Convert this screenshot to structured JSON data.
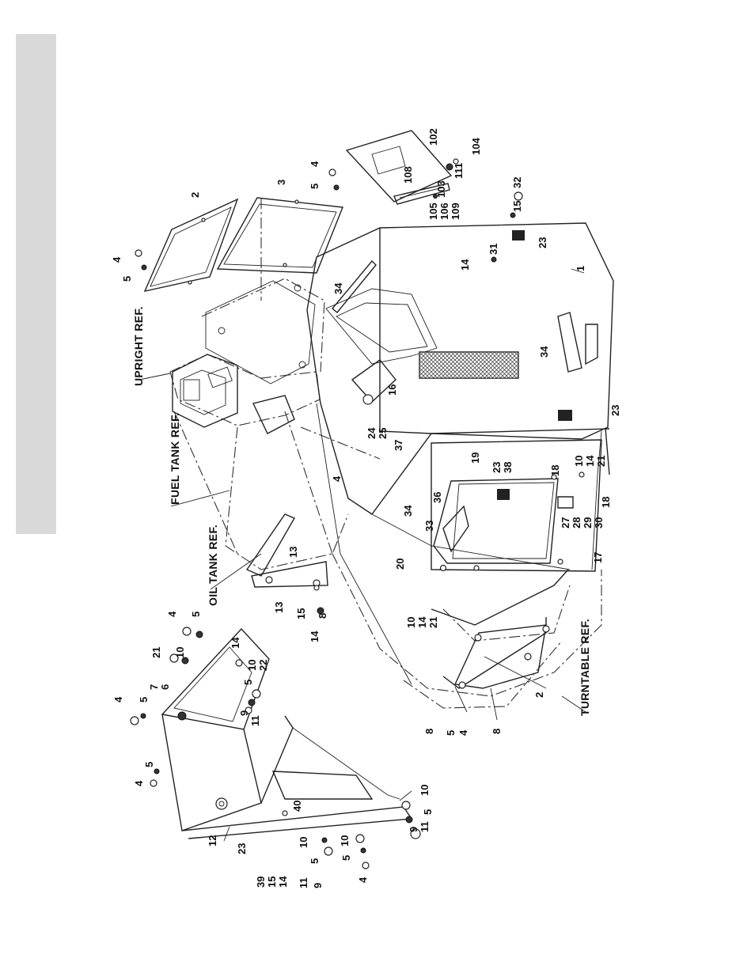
{
  "refs": {
    "upright": "UPRIGHT REF.",
    "fuel_tank": "FUEL TANK REF.",
    "oil_tank": "OIL TANK REF.",
    "turntable": "TURNTABLE REF."
  },
  "callouts": {
    "c_1": "1",
    "c_2a": "2",
    "c_2b": "2",
    "c_3": "3",
    "c_4a": "4",
    "c_5a": "5",
    "c_4b": "4",
    "c_5b": "5",
    "c_4c": "4",
    "c_5c": "5",
    "c_4d": "4",
    "c_5d": "5",
    "c_4e": "4",
    "c_5e": "5",
    "c_4f": "4",
    "c_5f": "5",
    "c_4g": "4",
    "c_5g": "5",
    "c_4h": "4",
    "c_6": "6",
    "c_7": "7",
    "c_8a": "8",
    "c_8b": "8",
    "c_8c": "8",
    "c_9a": "9",
    "c_9b": "9",
    "c_9c": "9",
    "c_10a": "10",
    "c_10b": "10",
    "c_10c": "10",
    "c_10d": "10",
    "c_10e": "10",
    "c_10f": "10",
    "c_10g": "10",
    "c_11a": "11",
    "c_11b": "11",
    "c_11c": "11",
    "c_12": "12",
    "c_13a": "13",
    "c_13b": "13",
    "c_14a": "14",
    "c_14b": "14",
    "c_14c": "14",
    "c_14d": "14",
    "c_14e": "14",
    "c_14f": "14",
    "c_15a": "15",
    "c_15b": "15",
    "c_15c": "15",
    "c_16": "16",
    "c_17": "17",
    "c_18a": "18",
    "c_18b": "18",
    "c_19": "19",
    "c_20": "20",
    "c_21a": "21",
    "c_21b": "21",
    "c_21c": "21",
    "c_22": "22",
    "c_23a": "23",
    "c_23b": "23",
    "c_23c": "23",
    "c_23d": "23",
    "c_24": "24",
    "c_25": "25",
    "c_27": "27",
    "c_28": "28",
    "c_29": "29",
    "c_30": "30",
    "c_31": "31",
    "c_32": "32",
    "c_33": "33",
    "c_34a": "34",
    "c_34b": "34",
    "c_34c": "34",
    "c_36": "36",
    "c_37": "37",
    "c_38": "38",
    "c_39": "39",
    "c_40": "40",
    "c_102": "102",
    "c_103": "103",
    "c_104": "104",
    "c_105": "105",
    "c_106": "106",
    "c_108": "108",
    "c_109": "109",
    "c_111": "111"
  }
}
